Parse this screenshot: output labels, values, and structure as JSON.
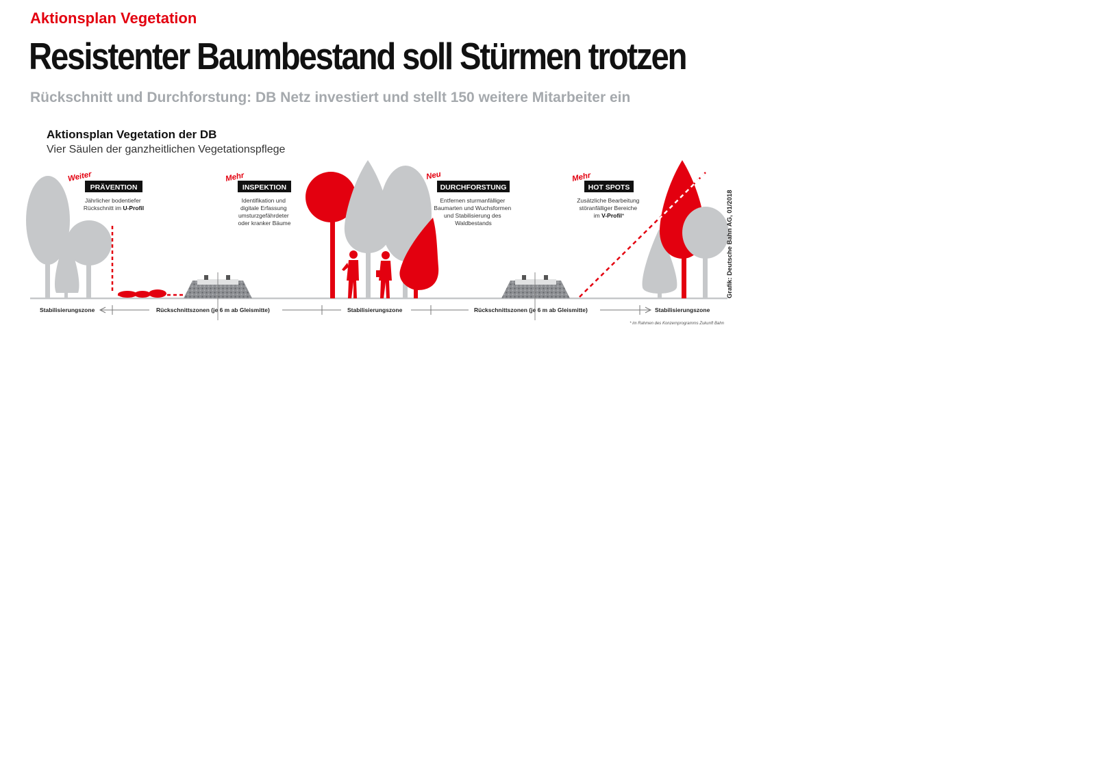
{
  "header": {
    "kicker": "Aktionsplan Vegetation",
    "headline": "Resistenter Baumbestand soll Stürmen trotzen",
    "deck": "Rückschnitt und Durchforstung: DB Netz investiert und stellt 150 weitere Mitarbeiter ein"
  },
  "graphic": {
    "title": "Aktionsplan Vegetation der DB",
    "subtitle": "Vier Säulen der ganzheitlichen Vegetationspflege",
    "pillars": [
      {
        "tag": "Weiter",
        "label": "PRÄVENTION",
        "desc": [
          "Jährlicher bodentiefer",
          "Rückschnitt im ",
          "U-Profil"
        ]
      },
      {
        "tag": "Mehr",
        "label": "INSPEKTION",
        "desc": [
          "Identifikation und",
          "digitale Erfassung",
          "umsturzgefährdeter",
          "oder kranker Bäume"
        ]
      },
      {
        "tag": "Neu",
        "label": "DURCHFORSTUNG",
        "desc": [
          "Entfernen sturmanfälliger",
          "Baumarten und Wuchsformen",
          "und Stabilisierung des",
          "Waldbestands"
        ]
      },
      {
        "tag": "Mehr",
        "label": "HOT SPOTS",
        "desc": [
          "Zusätzliche Bearbeitung",
          "störanfälliger Bereiche",
          "im ",
          "V-Profil",
          "*"
        ]
      }
    ],
    "zones": [
      "Stabilisierungszone",
      "Rückschnittszonen (je 6 m ab Gleismitte)",
      "Stabilisierungszone",
      "Rückschnittszonen (je 6 m ab Gleismitte)",
      "Stabilisierungszone"
    ],
    "footnote": "* im Rahmen des Konzernprogramms Zukunft Bahn",
    "credit": "Grafik: Deutsche Bahn AG, 01/2018"
  },
  "colors": {
    "accent": "#e3000f",
    "tree_gray": "#c6c8ca",
    "text_dark": "#111111",
    "deck_gray": "#a5a9ad"
  }
}
